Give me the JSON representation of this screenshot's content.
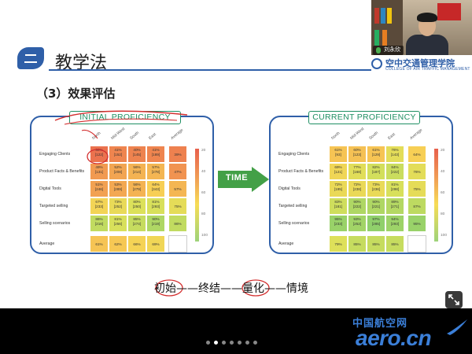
{
  "slide": {
    "section_number": "二",
    "section_title": "教学法",
    "subheading": "（3）效果评估",
    "logo": {
      "name": "空中交通管理学院",
      "subtitle": "COLLEGE OF AIR TRAFFIC MANAGEMENT"
    },
    "caption": {
      "part1": "初始",
      "sep1": "——",
      "part2": "终结",
      "sep2": "——",
      "part3": "量化",
      "sep3": "——",
      "part4": "情境"
    },
    "arrow_label": "TIME"
  },
  "webcam": {
    "name": "刘永欣"
  },
  "colors": {
    "accent": "#2f5fa8",
    "title_green": "#1f8f63",
    "arrow_green": "#43a047",
    "watermark_blue": "#3b7fd8"
  },
  "chart_data": [
    {
      "type": "heatmap",
      "title": "INITIAL PROFICIENCY",
      "columns": [
        "North",
        "Mid-West",
        "South",
        "East",
        "Average"
      ],
      "rows": [
        "Engaging Clients",
        "Product Facts & Benefits",
        "Digital Tools",
        "Targeted selling",
        "Selling scenarios",
        "Average"
      ],
      "cells": [
        [
          {
            "pct": "30%",
            "n": "[122]"
          },
          {
            "pct": "41%",
            "n": "[152]"
          },
          {
            "pct": "40%",
            "n": "[145]"
          },
          {
            "pct": "41%",
            "n": "[189]"
          },
          {
            "pct": "39%"
          }
        ],
        [
          {
            "pct": "49%",
            "n": "[131]"
          },
          {
            "pct": "52%",
            "n": "[208]"
          },
          {
            "pct": "56%",
            "n": "[214]"
          },
          {
            "pct": "57%",
            "n": "[278]"
          },
          {
            "pct": "47%"
          }
        ],
        [
          {
            "pct": "51%",
            "n": "[246]"
          },
          {
            "pct": "53%",
            "n": "[289]"
          },
          {
            "pct": "56%",
            "n": "[279]"
          },
          {
            "pct": "64%",
            "n": "[343]"
          },
          {
            "pct": "57%"
          }
        ],
        [
          {
            "pct": "67%",
            "n": "[233]"
          },
          {
            "pct": "73%",
            "n": "[252]"
          },
          {
            "pct": "80%",
            "n": "[250]"
          },
          {
            "pct": "81%",
            "n": "[293]"
          },
          {
            "pct": "75%"
          }
        ],
        [
          {
            "pct": "86%",
            "n": "[216]"
          },
          {
            "pct": "81%",
            "n": "[256]"
          },
          {
            "pct": "85%",
            "n": "[274]"
          },
          {
            "pct": "90%",
            "n": "[219]"
          },
          {
            "pct": "86%"
          }
        ],
        [
          {
            "pct": "61%"
          },
          {
            "pct": "62%"
          },
          {
            "pct": "66%"
          },
          {
            "pct": "69%"
          },
          {
            "pct": ""
          }
        ]
      ],
      "scale_ticks": [
        "20",
        "40",
        "60",
        "80",
        "100"
      ]
    },
    {
      "type": "heatmap",
      "title": "CURRENT PROFICIENCY",
      "columns": [
        "North",
        "Mid-West",
        "South",
        "East",
        "Average"
      ],
      "rows": [
        "Engaging Clients",
        "Product Facts & Benefits",
        "Digital Tools",
        "Targeted selling",
        "Selling scenarios",
        "Average"
      ],
      "cells": [
        [
          {
            "pct": "61%",
            "n": "[93]"
          },
          {
            "pct": "60%",
            "n": "[123]"
          },
          {
            "pct": "61%",
            "n": "[129]"
          },
          {
            "pct": "76%",
            "n": "[143]"
          },
          {
            "pct": "64%"
          }
        ],
        [
          {
            "pct": "69%",
            "n": "[121]"
          },
          {
            "pct": "77%",
            "n": "[168]"
          },
          {
            "pct": "82%",
            "n": "[187]"
          },
          {
            "pct": "84%",
            "n": "[222]"
          },
          {
            "pct": "76%"
          }
        ],
        [
          {
            "pct": "72%",
            "n": "[195]"
          },
          {
            "pct": "72%",
            "n": "[238]"
          },
          {
            "pct": "73%",
            "n": "[236]"
          },
          {
            "pct": "81%",
            "n": "[298]"
          },
          {
            "pct": "75%"
          }
        ],
        [
          {
            "pct": "83%",
            "n": "[181]"
          },
          {
            "pct": "90%",
            "n": "[222]"
          },
          {
            "pct": "90%",
            "n": "[221]"
          },
          {
            "pct": "89%",
            "n": "[271]"
          },
          {
            "pct": "87%"
          }
        ],
        [
          {
            "pct": "95%",
            "n": "[233]"
          },
          {
            "pct": "93%",
            "n": "[252]"
          },
          {
            "pct": "97%",
            "n": "[285]"
          },
          {
            "pct": "94%",
            "n": "[293]"
          },
          {
            "pct": "95%"
          }
        ],
        [
          {
            "pct": "79%"
          },
          {
            "pct": "85%"
          },
          {
            "pct": "85%"
          },
          {
            "pct": "85%"
          },
          {
            "pct": ""
          }
        ]
      ],
      "scale_ticks": [
        "20",
        "40",
        "60",
        "80",
        "100"
      ]
    }
  ],
  "footer": {
    "watermark_cn": "中国航空网",
    "watermark_en": "aero.cn",
    "page_dots": 7,
    "active_dot": 1
  }
}
